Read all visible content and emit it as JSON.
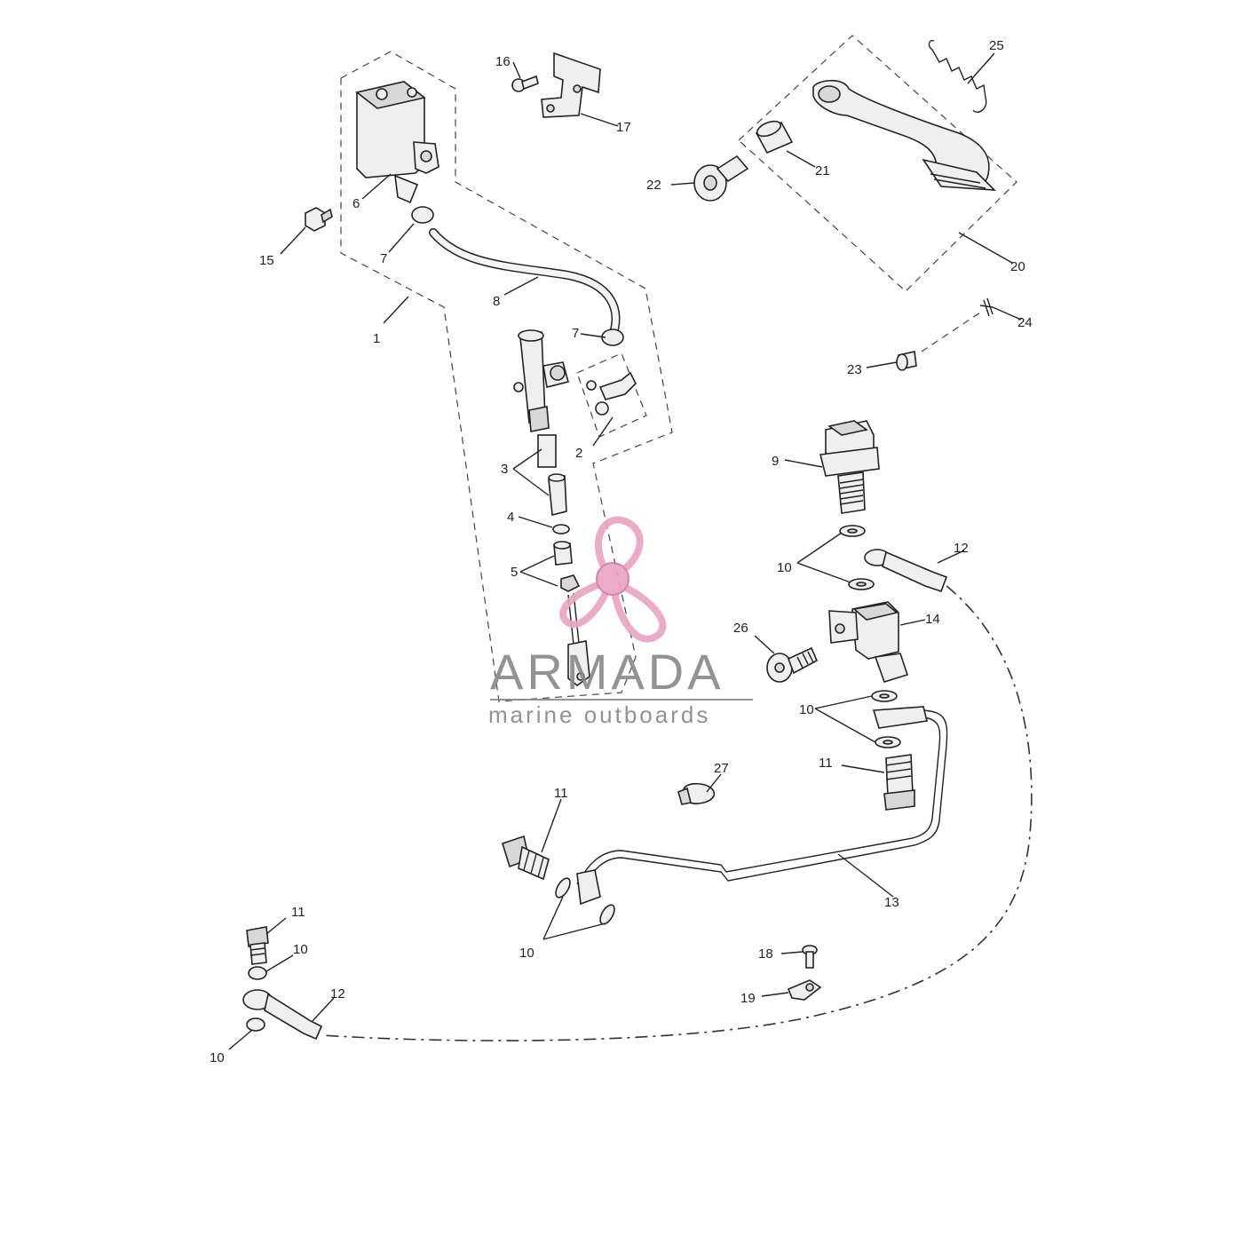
{
  "diagram": {
    "labels": [
      {
        "id": "1",
        "text": "1"
      },
      {
        "id": "2",
        "text": "2"
      },
      {
        "id": "3",
        "text": "3"
      },
      {
        "id": "4",
        "text": "4"
      },
      {
        "id": "5",
        "text": "5"
      },
      {
        "id": "6",
        "text": "6"
      },
      {
        "id": "7a",
        "text": "7"
      },
      {
        "id": "7b",
        "text": "7"
      },
      {
        "id": "8",
        "text": "8"
      },
      {
        "id": "9",
        "text": "9"
      },
      {
        "id": "10a",
        "text": "10"
      },
      {
        "id": "10b",
        "text": "10"
      },
      {
        "id": "10c",
        "text": "10"
      },
      {
        "id": "10d",
        "text": "10"
      },
      {
        "id": "10e",
        "text": "10"
      },
      {
        "id": "11a",
        "text": "11"
      },
      {
        "id": "11b",
        "text": "11"
      },
      {
        "id": "11c",
        "text": "11"
      },
      {
        "id": "12a",
        "text": "12"
      },
      {
        "id": "12b",
        "text": "12"
      },
      {
        "id": "13",
        "text": "13"
      },
      {
        "id": "14",
        "text": "14"
      },
      {
        "id": "15",
        "text": "15"
      },
      {
        "id": "16",
        "text": "16"
      },
      {
        "id": "17",
        "text": "17"
      },
      {
        "id": "18",
        "text": "18"
      },
      {
        "id": "19",
        "text": "19"
      },
      {
        "id": "20",
        "text": "20"
      },
      {
        "id": "21",
        "text": "21"
      },
      {
        "id": "22",
        "text": "22"
      },
      {
        "id": "23",
        "text": "23"
      },
      {
        "id": "24",
        "text": "24"
      },
      {
        "id": "25",
        "text": "25"
      },
      {
        "id": "26",
        "text": "26"
      },
      {
        "id": "27",
        "text": "27"
      }
    ]
  },
  "watermark": {
    "brand": "ARMADA",
    "tagline": "marine outboards",
    "colors": {
      "logo_pink": "#e9a6c2",
      "logo_pink_dark": "#d27aa0",
      "text_gray": "#8a8a8a"
    }
  }
}
